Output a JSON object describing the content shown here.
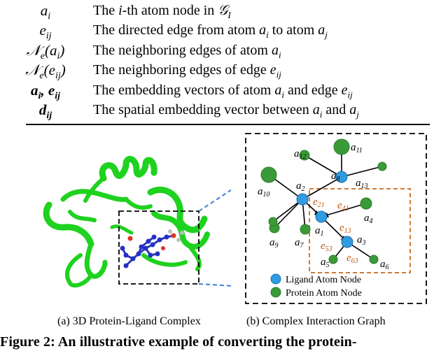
{
  "notation_rows": [
    {
      "symbol": "aᵢ",
      "sym_html_base": "a",
      "sym_sub": "i",
      "description": "The i-th atom node in 𝒢ᴵ"
    },
    {
      "symbol": "eᵢⱼ",
      "description": "The directed edge from atom aᵢ to atom aⱼ"
    },
    {
      "symbol": "𝒩ₑ(aᵢ)",
      "description": "The neighboring edges of atom aᵢ"
    },
    {
      "symbol": "𝒩ₑ(eᵢⱼ)",
      "description": "The neighboring edges of edge eᵢⱼ"
    },
    {
      "symbol": "aᵢ, eᵢⱼ",
      "description": "The embedding vectors of atom aᵢ and edge eᵢⱼ"
    },
    {
      "symbol": "dᵢⱼ",
      "description": "The spatial embedding vector between aᵢ and aⱼ"
    }
  ],
  "panel_a_caption": "(a) 3D Protein-Ligand Complex",
  "panel_b_caption": "(b) Complex Interaction Graph",
  "graph": {
    "nodes": [
      "a1",
      "a2",
      "a3",
      "a4",
      "a5",
      "a6",
      "a7",
      "a8",
      "a9",
      "a10",
      "a11",
      "a12",
      "a13"
    ],
    "edge_labels": [
      "e21",
      "e41",
      "e13",
      "e53",
      "e63"
    ],
    "legend": [
      "Ligand Atom Node",
      "Protein Atom Node"
    ]
  },
  "figure_caption": "Figure 2: An illustrative example of converting the protein-",
  "colors": {
    "ligand_node": "#2f9be0",
    "protein_node": "#3a9a38",
    "ribbon": "#1fd21f",
    "dashed_box": "#d07a34"
  }
}
